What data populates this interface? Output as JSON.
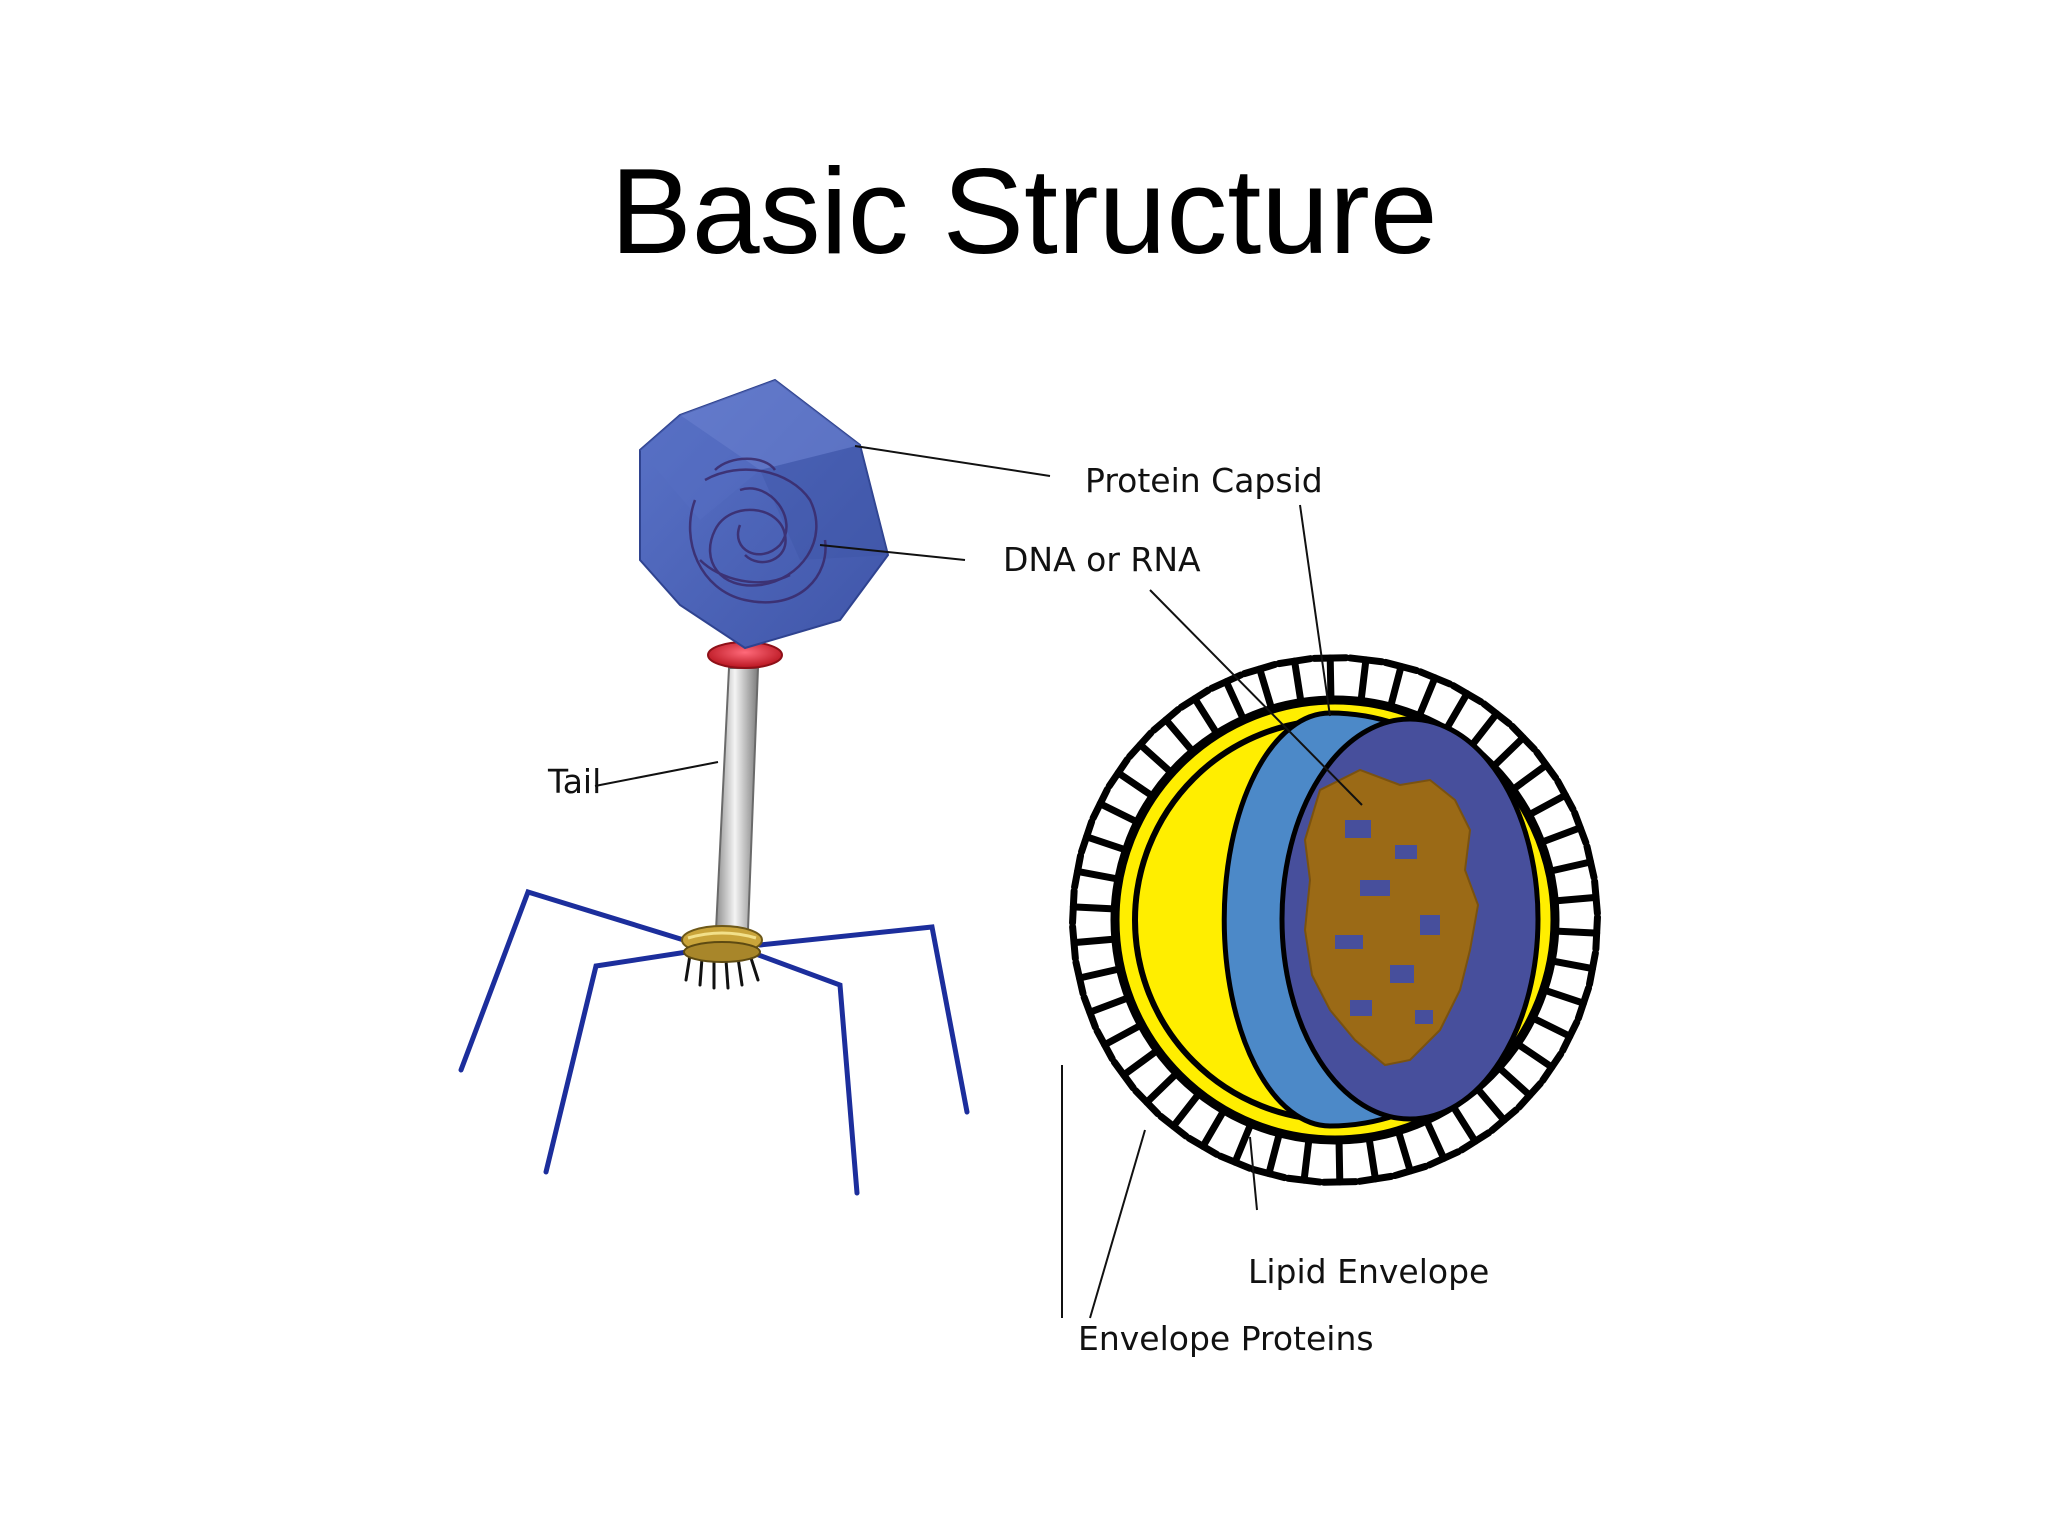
{
  "slide": {
    "title": "Basic Structure"
  },
  "labels": {
    "protein_capsid": "Protein Capsid",
    "dna_or_rna": "DNA or RNA",
    "tail": "Tail",
    "lipid_envelope": "Lipid Envelope",
    "envelope_proteins": "Envelope Proteins"
  },
  "colors": {
    "capsid": "#4a62b8",
    "genome": "#9b6a16",
    "envelope": "#ffee00",
    "inner_capsid": "#4c89c8",
    "tail_fibers": "#1c2e9c",
    "collar": "#d8283a"
  }
}
